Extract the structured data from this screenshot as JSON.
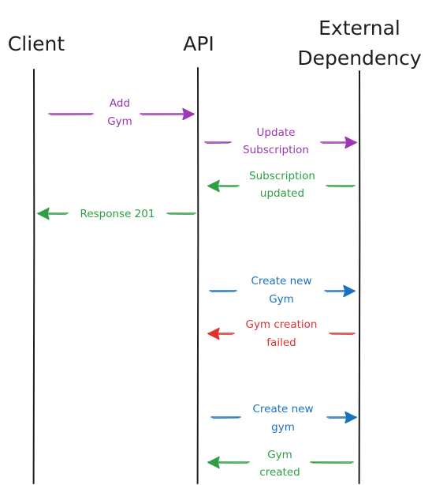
{
  "participants": [
    {
      "header_lines": [
        "Client"
      ]
    },
    {
      "header_lines": [
        "API"
      ]
    },
    {
      "header_lines": [
        "External",
        "Dependency"
      ]
    }
  ],
  "colors": {
    "lifeline": "#1e1e1e",
    "purple": "#9c36b5",
    "green": "#2f9e44",
    "blue": "#1971c2",
    "red": "#e03131"
  },
  "messages": [
    {
      "id": "add-gym",
      "from": 0,
      "to": 1,
      "label_lines": [
        "Add",
        "Gym"
      ],
      "color": "purple"
    },
    {
      "id": "update-subscription",
      "from": 1,
      "to": 2,
      "label_lines": [
        "Update",
        "Subscription"
      ],
      "color": "purple"
    },
    {
      "id": "subscription-updated",
      "from": 2,
      "to": 1,
      "label_lines": [
        "Subscription",
        "updated"
      ],
      "color": "green"
    },
    {
      "id": "response-201",
      "from": 1,
      "to": 0,
      "label_lines": [
        "Response 201"
      ],
      "color": "green"
    },
    {
      "id": "create-new-gym-1",
      "from": 1,
      "to": 2,
      "label_lines": [
        "Create new",
        "Gym"
      ],
      "color": "blue"
    },
    {
      "id": "gym-creation-failed",
      "from": 2,
      "to": 1,
      "label_lines": [
        "Gym creation",
        "failed"
      ],
      "color": "red"
    },
    {
      "id": "create-new-gym-2",
      "from": 1,
      "to": 2,
      "label_lines": [
        "Create new",
        "gym"
      ],
      "color": "blue"
    },
    {
      "id": "gym-created",
      "from": 2,
      "to": 1,
      "label_lines": [
        "Gym",
        "created"
      ],
      "color": "green"
    }
  ]
}
